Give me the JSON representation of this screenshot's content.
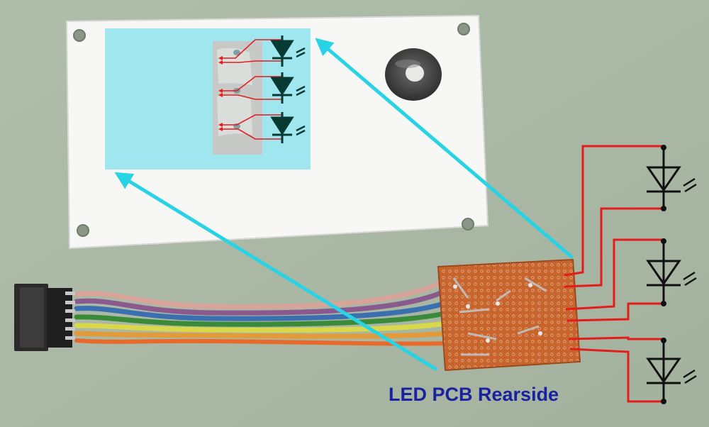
{
  "caption": "LED PCB Rearside",
  "colors": {
    "background": "#a9b8a4",
    "panel": "#f7f7f5",
    "highlight": "#9fe6ef",
    "arrow": "#29d3e6",
    "wire_red": "#e41c1c",
    "led_symbol": "#063a33",
    "caption_text": "#1a22a0",
    "pcb": "#c9662e"
  },
  "icons": [
    "led-diode-symbol",
    "connector-plug",
    "ribbon-cable",
    "rubber-grommet"
  ]
}
